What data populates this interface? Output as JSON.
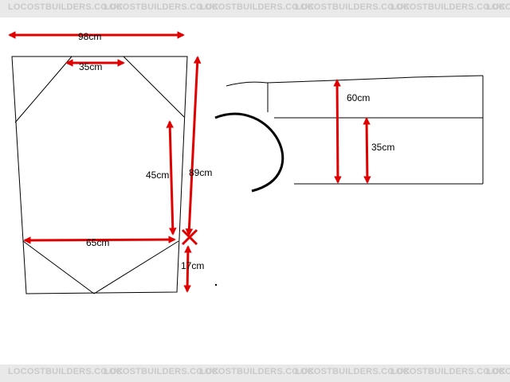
{
  "watermark": {
    "text": "LOCOSTBUILDERS.CO.UK",
    "repeat": 6
  },
  "labels": {
    "top_width": "98cm",
    "top_cut": "35cm",
    "side_inner": "45cm",
    "height": "89cm",
    "bottom_width": "65cm",
    "bottom_cut": "17cm",
    "right_total": "60cm",
    "right_inner": "35cm"
  },
  "colors": {
    "arrow": "#e00000",
    "line": "#000000",
    "watermark_band": "#e9e9e9",
    "watermark_text": "#c9c9c9"
  }
}
